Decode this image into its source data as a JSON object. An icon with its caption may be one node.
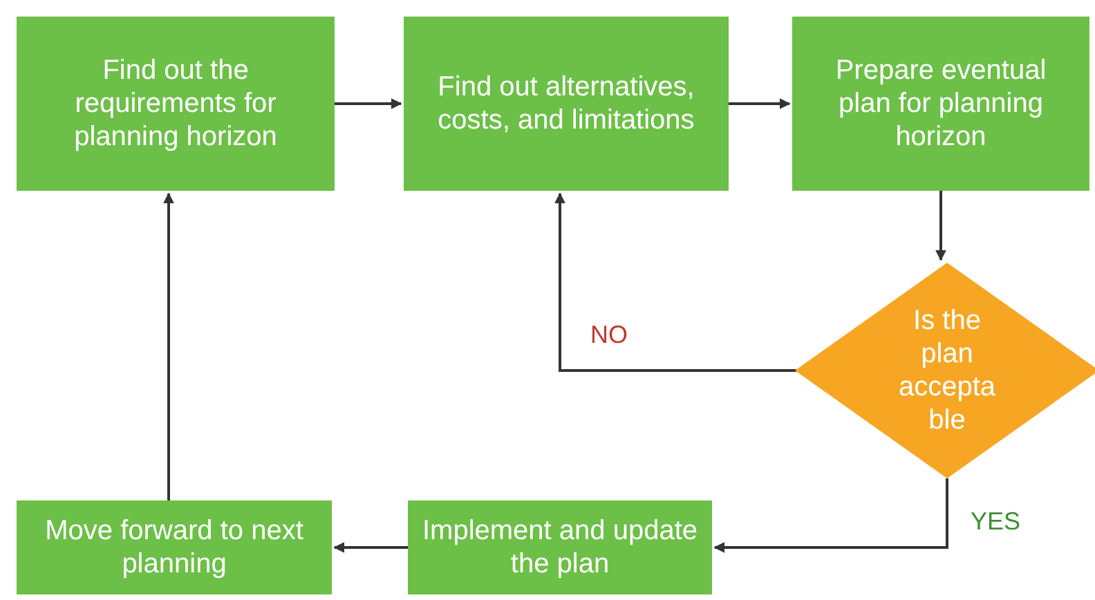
{
  "diagram": {
    "nodes": [
      {
        "text": [
          "Find out the requirements for planning horizon"
        ]
      },
      {
        "text": [
          "Find out alternatives, costs, and limitations"
        ]
      },
      {
        "text": [
          "Prepare eventual plan for planning horizon"
        ]
      },
      {
        "text": [
          "Is the plan acceptable"
        ]
      },
      {
        "text": [
          "Implement and update the plan"
        ]
      },
      {
        "text": [
          "Move forward to next planning"
        ]
      }
    ],
    "edges": [
      {
        "from": 0,
        "to": 1,
        "arrow": "to"
      },
      {
        "from": 1,
        "to": 2,
        "arrow": "to"
      },
      {
        "from": 2,
        "to": 3,
        "arrow": "to"
      },
      {
        "from": 3,
        "to": 1,
        "arrow": "to",
        "label": "NO"
      },
      {
        "from": 3,
        "to": 4,
        "arrow": "to",
        "label": "YES"
      },
      {
        "from": 4,
        "to": 5,
        "arrow": "to"
      },
      {
        "from": 5,
        "to": 0,
        "arrow": "to"
      }
    ]
  }
}
